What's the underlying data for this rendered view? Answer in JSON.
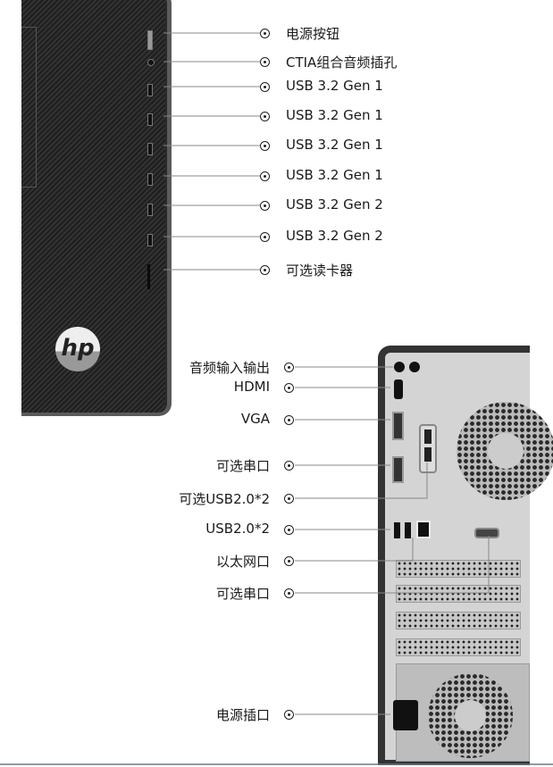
{
  "front_labels": [
    "电源按钮",
    "CTIA组合音频插孔",
    "USB 3.2 Gen 1",
    "USB 3.2 Gen 1",
    "USB 3.2 Gen 1",
    "USB 3.2 Gen 1",
    "USB 3.2 Gen 2",
    "USB 3.2 Gen 2",
    "可选读卡器"
  ],
  "rear_labels": [
    "音频输入输出",
    "HDMI",
    "VGA",
    "可选串口",
    "可选USB2.0*2",
    "USB2.0*2",
    "以太网口",
    "可选串口",
    "电源插口"
  ],
  "logo": "hp"
}
